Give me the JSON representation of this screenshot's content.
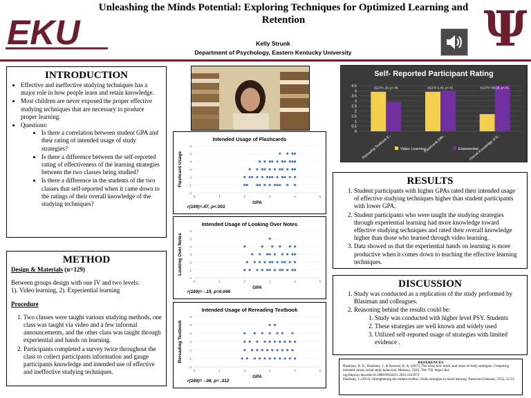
{
  "header": {
    "title": "Unleashing the Minds Potential: Exploring Techniques for Optimized Learning and Retention",
    "author": "Kelly Strunk",
    "department": "Department of Psychology, Eastern Kentucky University",
    "logo_text": "EKU",
    "psi_symbol": "Ψ"
  },
  "colors": {
    "maroon": "#6b1e2e",
    "bar_yellow": "#f2cf4e",
    "bar_purple": "#7030a0",
    "scatter_dot": "#4472c4",
    "dark_panel": "#3a3a3a"
  },
  "icons": {
    "audio": "speaker-icon",
    "photo": "student-books-photo"
  },
  "introduction": {
    "heading": "INTRODUCTION",
    "bullets": [
      "Effective and ineffective studying techniques has a major role in how people learn and retain knowledge.",
      "Most children are never exposed the proper effective studying techniques that are necessary to produce proper learning.",
      "Questions:"
    ],
    "questions": [
      "Is there a correlation between student GPA and their rating of intended usage of study strategies?",
      "Is there a difference between the self-reported rating of effectiveness of the learning strategies between the two classes being studied?",
      "Is there a difference in the students of the two classes that self-reported when it came down to the ratings of their overall knowledge of the studying techniques?"
    ]
  },
  "method": {
    "heading": "METHOD",
    "design_label": "Design & Materials",
    "design_n": " (n=129)",
    "design_text": "Between groups design with one IV and two levels:",
    "levels": "1). Video learning, 2). Experiential learning",
    "procedure_label": "Procedure",
    "steps": [
      "Two classes were taught various studying methods, one class was taught via video and a few informal announcements, and the other class was taught through experiential and hands on learning.",
      "Participants completed a survey twice throughout the class to collect participants information and gauge participants knowledge and intended use of effective and ineffective studying techniques."
    ]
  },
  "results": {
    "heading": "RESULTS",
    "items": [
      "Student participants with higher GPAs rated their intended usage of effective studying techniques higher than student participants with lower GPA.",
      "Student participants who were taught the studying strategies through experiential learning had more knowledge toward effective studying techniques and rated their overall knowledge higher than those who learned through video learning.",
      "Data showed us that the experiential hands on learning is more productive when it comes down to teaching the effective learning techniques."
    ]
  },
  "discussion": {
    "heading": "DISCUSSION",
    "items": [
      "Study was conducted as a replication of the study performed by Blasiman and colleagues.",
      "Reasoning behind the results could be:"
    ],
    "reasons": [
      "Study was conducted with higher level PSY. Students",
      "These strategies are well known and widely used",
      "Utilized self-reported usage of strategies with limited evidence ."
    ]
  },
  "references": {
    "heading": "REFERENCES",
    "items": [
      "Blasiman, R. N., Dunlosky, J., & Rawson, K. A. (2017). The what, how much, and when of study strategies: Comparing intended versus actual study behaviour. Memory, 25(6), 784–792. https://doi-org.libproxy.eku.edu/10.1080/09658211.2016.1221974",
      "Dunlosky, J. (2013). Strengthening the student toolbox: Study strategies to boost learning. American Educator, 37(3), 12-21."
    ]
  },
  "chart_data": [
    {
      "type": "bar",
      "title": "Self- Reported Participant Rating",
      "categories": [
        "Rereading Textbook E...",
        "Flashcards Effe...",
        "Overall Knowledge of S..."
      ],
      "series": [
        {
          "name": "Video Learning",
          "values": [
            3.9,
            3.9,
            1.7
          ]
        },
        {
          "name": "Experiential",
          "values": [
            2.9,
            4.0,
            4.5
          ]
        }
      ],
      "annotations": [
        "t(127)=.20, p=.49",
        "t(127)=1.42, p=.01",
        "t(127)=-58.26, p<.01"
      ],
      "ylim": [
        0,
        4.5
      ],
      "yticks": [
        "0",
        "0.5",
        "1",
        "1.5",
        "2",
        "2.5",
        "3",
        "3.5",
        "4",
        "4.5"
      ],
      "legend": "bottom"
    },
    {
      "type": "scatter",
      "title": "Intended Usage of Flashcards",
      "xlabel": "GPA",
      "ylabel": "Flashcard Usage",
      "xlim": [
        0,
        5
      ],
      "ylim": [
        0,
        6
      ],
      "xticks": [
        "0",
        "1",
        "2",
        "3",
        "4",
        "5"
      ],
      "yticks": [
        "0",
        "1",
        "2",
        "3",
        "4",
        "5",
        "6"
      ],
      "stat": "r(169)=.47, p<.001",
      "points": [
        [
          2.0,
          1
        ],
        [
          2.1,
          1
        ],
        [
          2.5,
          1
        ],
        [
          2.6,
          1
        ],
        [
          2.8,
          1
        ],
        [
          3.0,
          1
        ],
        [
          3.2,
          1
        ],
        [
          3.3,
          1
        ],
        [
          3.4,
          1
        ],
        [
          3.7,
          1
        ],
        [
          4.0,
          1
        ],
        [
          2.0,
          2
        ],
        [
          2.2,
          2
        ],
        [
          2.3,
          2
        ],
        [
          2.5,
          2
        ],
        [
          2.7,
          2
        ],
        [
          2.9,
          2
        ],
        [
          3.0,
          2
        ],
        [
          3.1,
          2
        ],
        [
          3.3,
          2
        ],
        [
          3.5,
          2
        ],
        [
          3.6,
          2
        ],
        [
          3.8,
          2
        ],
        [
          4.0,
          2
        ],
        [
          2.2,
          3
        ],
        [
          2.5,
          3
        ],
        [
          2.7,
          3
        ],
        [
          2.8,
          3
        ],
        [
          3.0,
          3
        ],
        [
          3.2,
          3
        ],
        [
          3.4,
          3
        ],
        [
          3.5,
          3
        ],
        [
          3.7,
          3
        ],
        [
          3.9,
          3
        ],
        [
          4.0,
          3
        ],
        [
          2.6,
          4
        ],
        [
          2.8,
          4
        ],
        [
          3.0,
          4
        ],
        [
          3.1,
          4
        ],
        [
          3.3,
          4
        ],
        [
          3.5,
          4
        ],
        [
          3.6,
          4
        ],
        [
          3.8,
          4
        ],
        [
          3.9,
          4
        ],
        [
          4.0,
          4
        ],
        [
          3.4,
          5
        ],
        [
          3.7,
          5
        ],
        [
          3.9,
          5
        ],
        [
          4.0,
          5
        ]
      ]
    },
    {
      "type": "scatter",
      "title": "Intended Usage of Looking Over Notes",
      "xlabel": "GPA",
      "ylabel": "Looking Over Notes",
      "xlim": [
        0,
        5
      ],
      "ylim": [
        0,
        6
      ],
      "xticks": [
        "0",
        "1",
        "2",
        "3",
        "4",
        "5"
      ],
      "yticks": [
        "0",
        "1",
        "2",
        "3",
        "4",
        "5",
        "6"
      ],
      "stat": "r(169)= -.15, p=0.046",
      "points": [
        [
          2.0,
          1
        ],
        [
          2.2,
          1
        ],
        [
          2.5,
          1
        ],
        [
          2.7,
          1
        ],
        [
          2.9,
          1
        ],
        [
          3.0,
          1
        ],
        [
          3.2,
          1
        ],
        [
          3.4,
          1
        ],
        [
          3.5,
          1
        ],
        [
          3.7,
          1
        ],
        [
          3.9,
          1
        ],
        [
          4.0,
          1
        ],
        [
          2.1,
          2
        ],
        [
          2.4,
          2
        ],
        [
          2.6,
          2
        ],
        [
          2.8,
          2
        ],
        [
          3.0,
          2
        ],
        [
          3.1,
          2
        ],
        [
          3.3,
          2
        ],
        [
          3.5,
          2
        ],
        [
          3.6,
          2
        ],
        [
          3.8,
          2
        ],
        [
          4.0,
          2
        ],
        [
          2.3,
          3
        ],
        [
          2.6,
          3
        ],
        [
          2.9,
          3
        ],
        [
          3.0,
          3
        ],
        [
          3.2,
          3
        ],
        [
          3.5,
          3
        ],
        [
          3.7,
          3
        ],
        [
          3.9,
          3
        ],
        [
          4.0,
          3
        ],
        [
          2.0,
          4
        ],
        [
          2.7,
          4
        ],
        [
          3.1,
          4
        ],
        [
          3.4,
          4
        ],
        [
          3.8,
          4
        ],
        [
          4.0,
          4
        ],
        [
          3.0,
          5
        ]
      ]
    },
    {
      "type": "scatter",
      "title": "Intended Usage of Rereading Textbook",
      "xlabel": "GPA",
      "ylabel": "Rereading Textbook",
      "xlim": [
        0,
        5
      ],
      "ylim": [
        0,
        6
      ],
      "xticks": [
        "0",
        "1",
        "2",
        "3",
        "4",
        "5"
      ],
      "yticks": [
        "0",
        "1",
        "2",
        "3",
        "4",
        "5",
        "6"
      ],
      "stat": "r(169)= -.08, p= .312",
      "points": [
        [
          1.9,
          1
        ],
        [
          2.1,
          1
        ],
        [
          2.4,
          1
        ],
        [
          2.6,
          1
        ],
        [
          2.8,
          1
        ],
        [
          3.0,
          1
        ],
        [
          3.2,
          1
        ],
        [
          3.4,
          1
        ],
        [
          3.6,
          1
        ],
        [
          3.8,
          1
        ],
        [
          4.0,
          1
        ],
        [
          2.0,
          2
        ],
        [
          2.3,
          2
        ],
        [
          2.5,
          2
        ],
        [
          2.7,
          2
        ],
        [
          2.9,
          2
        ],
        [
          3.1,
          2
        ],
        [
          3.3,
          2
        ],
        [
          3.5,
          2
        ],
        [
          3.7,
          2
        ],
        [
          3.9,
          2
        ],
        [
          2.0,
          3
        ],
        [
          2.2,
          3
        ],
        [
          2.5,
          3
        ],
        [
          2.8,
          3
        ],
        [
          3.0,
          3
        ],
        [
          3.2,
          3
        ],
        [
          3.4,
          3
        ],
        [
          3.6,
          3
        ],
        [
          3.8,
          3
        ],
        [
          4.0,
          3
        ],
        [
          2.0,
          4
        ],
        [
          2.4,
          4
        ],
        [
          2.7,
          4
        ],
        [
          3.0,
          4
        ],
        [
          3.3,
          4
        ],
        [
          3.5,
          4
        ],
        [
          3.9,
          4
        ],
        [
          3.0,
          5
        ],
        [
          3.2,
          5
        ]
      ]
    }
  ]
}
